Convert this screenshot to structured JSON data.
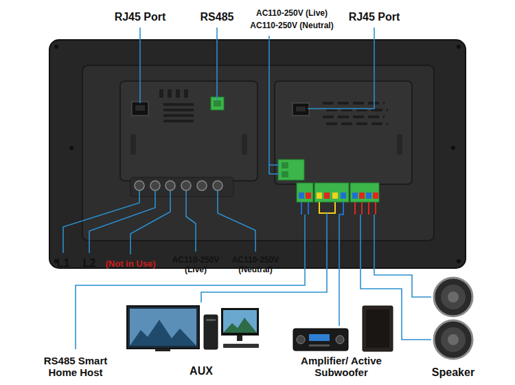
{
  "diagram": {
    "labels": [
      "RJ45 Port",
      "RS485",
      "AC110-250V (Live)",
      "AC110-250V (Neutral)",
      "RJ45 Port",
      "L1",
      "L2",
      "(Not in Use)",
      "AC110-250V (Live)",
      "AC110-250V (Neutral)",
      "RS485 Smart Home Host",
      "AUX",
      "Amplifier/ Active Subwoofer",
      "Speaker"
    ]
  }
}
